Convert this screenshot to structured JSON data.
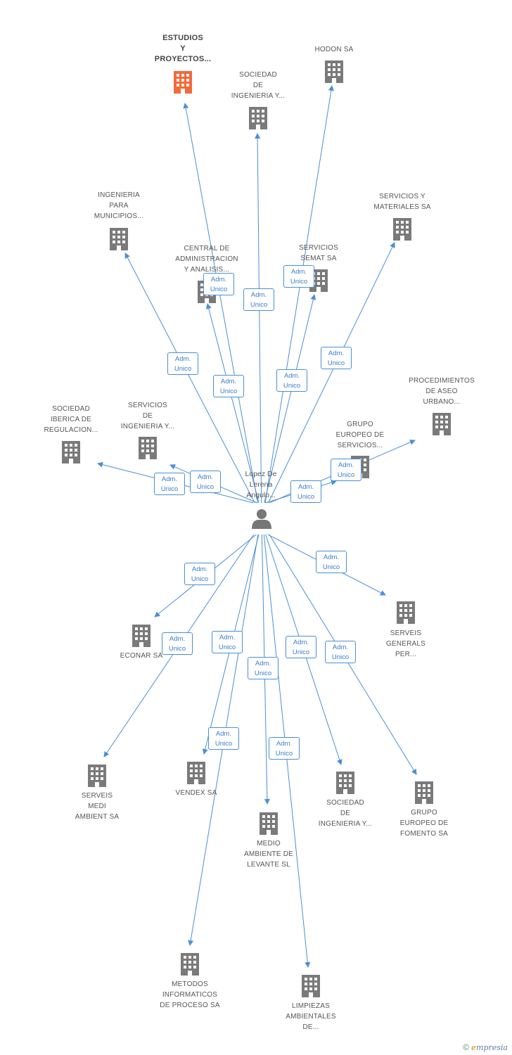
{
  "center": {
    "label_lines": [
      "Lopez De",
      "Lerena",
      "Angulo..."
    ],
    "icon": "person-icon"
  },
  "edge_label_lines": [
    "Adm.",
    "Unico"
  ],
  "colors": {
    "edge": "#4a8fd6",
    "building": "#7a7a7a",
    "building_focus": "#f26a3a",
    "person": "#777777"
  },
  "nodes": [
    {
      "id": "estudios-y-proyectos",
      "label_lines": [
        "ESTUDIOS",
        "Y",
        "PROYECTOS..."
      ],
      "focus": true
    },
    {
      "id": "hodon-sa",
      "label_lines": [
        "HODON SA"
      ]
    },
    {
      "id": "sociedad-de-ingenieria-y-1",
      "label_lines": [
        "SOCIEDAD",
        "DE",
        "INGENIERIA Y..."
      ]
    },
    {
      "id": "ingenieria-para-municipios",
      "label_lines": [
        "INGENIERIA",
        "PARA",
        "MUNICIPIOS..."
      ]
    },
    {
      "id": "servicios-y-materiales-sa",
      "label_lines": [
        "SERVICIOS Y",
        "MATERIALES SA"
      ]
    },
    {
      "id": "central-de-administracion",
      "label_lines": [
        "CENTRAL DE",
        "ADMINISTRACION",
        "Y ANALISIS..."
      ]
    },
    {
      "id": "servicios-semat-sa",
      "label_lines": [
        "SERVICIOS",
        "SEMAT SA"
      ]
    },
    {
      "id": "procedimientos-de-aseo-urbano",
      "label_lines": [
        "PROCEDIMIENTOS",
        "DE ASEO",
        "URBANO..."
      ]
    },
    {
      "id": "sociedad-iberica-de-regulacion",
      "label_lines": [
        "SOCIEDAD",
        "IBERICA DE",
        "REGULACION..."
      ]
    },
    {
      "id": "servicios-de-ingenieria-y",
      "label_lines": [
        "SERVICIOS",
        "DE",
        "INGENIERIA Y..."
      ]
    },
    {
      "id": "grupo-europeo-de-servicios",
      "label_lines": [
        "GRUPO",
        "EUROPEO DE",
        "SERVICIOS..."
      ]
    },
    {
      "id": "econar-sa",
      "label_lines": [
        "ECONAR SA"
      ]
    },
    {
      "id": "serveis-generals-per",
      "label_lines": [
        "SERVEIS",
        "GENERALS",
        "PER..."
      ]
    },
    {
      "id": "serveis-medi-ambient-sa",
      "label_lines": [
        "SERVEIS",
        "MEDI",
        "AMBIENT SA"
      ]
    },
    {
      "id": "vendex-sa",
      "label_lines": [
        "VENDEX SA"
      ]
    },
    {
      "id": "medio-ambiente-de-levante-sl",
      "label_lines": [
        "MEDIO",
        "AMBIENTE DE",
        "LEVANTE SL"
      ]
    },
    {
      "id": "sociedad-de-ingenieria-y-2",
      "label_lines": [
        "SOCIEDAD",
        "DE",
        "INGENIERIA Y..."
      ]
    },
    {
      "id": "grupo-europeo-de-fomento-sa",
      "label_lines": [
        "GRUPO",
        "EUROPEO DE",
        "FOMENTO SA"
      ]
    },
    {
      "id": "metodos-informaticos",
      "label_lines": [
        "METODOS",
        "INFORMATICOS",
        "DE PROCESO SA"
      ]
    },
    {
      "id": "limpiezas-ambientales",
      "label_lines": [
        "LIMPIEZAS",
        "AMBIENTALES",
        "DE..."
      ]
    }
  ],
  "footer": {
    "copyright": "©",
    "brand_initial": "e",
    "brand_rest": "mpresia"
  }
}
